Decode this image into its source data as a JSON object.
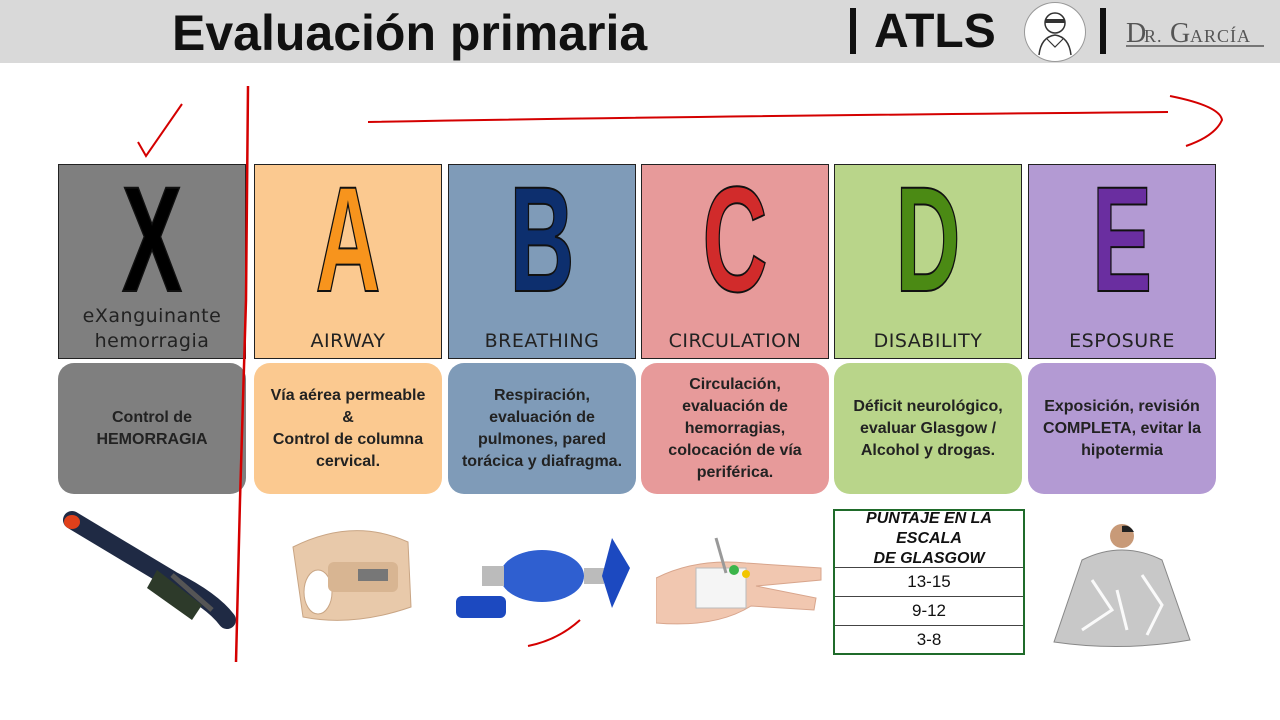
{
  "header": {
    "title": "Evaluación primaria",
    "brand": "ATLS",
    "author_logo_text": "Dr. García"
  },
  "columns": [
    {
      "letter": "X",
      "label": "eXanguinante\nhemorragia",
      "description": "Control de\nHEMORRAGIA",
      "color": "#7f7f7f",
      "letter_color": "#000000",
      "card_color": "#7f7f7f",
      "image": "tourniquet"
    },
    {
      "letter": "A",
      "label": "AIRWAY",
      "description": "Vía aérea permeable\n&\nControl de columna\ncervical.",
      "color": "#fbc990",
      "letter_color": "#f7941d",
      "card_color": "#fbc990",
      "image": "cervical-collar"
    },
    {
      "letter": "B",
      "label": "BREATHING",
      "description": "Respiración,\nevaluación de\npulmones, pared\ntorácica y diafragma.",
      "color": "#7f9bb8",
      "letter_color": "#0d2f6e",
      "card_color": "#7f9bb8",
      "image": "bag-valve-mask"
    },
    {
      "letter": "C",
      "label": "CIRCULATION",
      "description": "Circulación,\nevaluación de\nhemorragias,\ncolocación de vía\nperiférica.",
      "color": "#e79a9a",
      "letter_color": "#d12b2b",
      "card_color": "#e79a9a",
      "image": "iv-line-hand"
    },
    {
      "letter": "D",
      "label": "DISABILITY",
      "description": "Déficit neurológico,\nevaluar Glasgow /\nAlcohol y drogas.",
      "color": "#b9d58a",
      "letter_color": "#4b8a14",
      "card_color": "#b9d58a",
      "image": "glasgow-table"
    },
    {
      "letter": "E",
      "label": "ESPOSURE",
      "description": "Exposición, revisión\nCOMPLETA, evitar la\nhipotermia",
      "color": "#b39ad3",
      "letter_color": "#6a2ea0",
      "card_color": "#b39ad3",
      "image": "thermal-blanket"
    }
  ],
  "glasgow": {
    "title": "PUNTAJE EN LA ESCALA\nDE GLASGOW",
    "rows": [
      "13-15",
      "9-12",
      "3-8"
    ]
  },
  "annotation_color": "#d40000"
}
